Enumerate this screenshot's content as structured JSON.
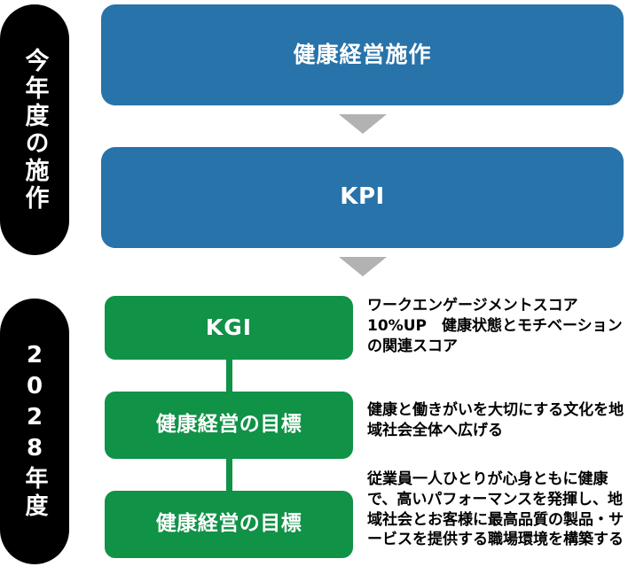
{
  "meta": {
    "colors": {
      "blue": "#2873AA",
      "green": "#109247",
      "black": "#000000",
      "arrow_gray": "#B2B2B2",
      "text_on_fill": "#FFFFFF",
      "body_text": "#000000",
      "background": "#FFFFFF"
    }
  },
  "side_labels": [
    {
      "id": "current-year",
      "text": "今年度の施作"
    },
    {
      "id": "fy2028",
      "text": "2028年度"
    }
  ],
  "flow": {
    "blue_boxes": [
      {
        "id": "policy",
        "label": "健康経営施作"
      },
      {
        "id": "kpi",
        "label": "KPI"
      }
    ],
    "arrows": [
      {
        "id": "arrow-1",
        "icon": "triangle-down-icon"
      },
      {
        "id": "arrow-2",
        "icon": "triangle-down-icon"
      }
    ],
    "green_boxes": [
      {
        "id": "kgi",
        "label": "KGI",
        "description": "ワークエンゲージメントスコア10%UP　健康状態とモチベーションの関連スコア"
      },
      {
        "id": "goal-1",
        "label": "健康経営の目標",
        "description": "健康と働きがいを大切にする文化を地域社会全体へ広げる"
      },
      {
        "id": "goal-2",
        "label": "健康経営の目標",
        "description": "従業員一人ひとりが心身ともに健康で、高いパフォーマンスを発揮し、地域社会とお客様に最高品質の製品・サービスを提供する職場環境を構築する"
      }
    ]
  }
}
